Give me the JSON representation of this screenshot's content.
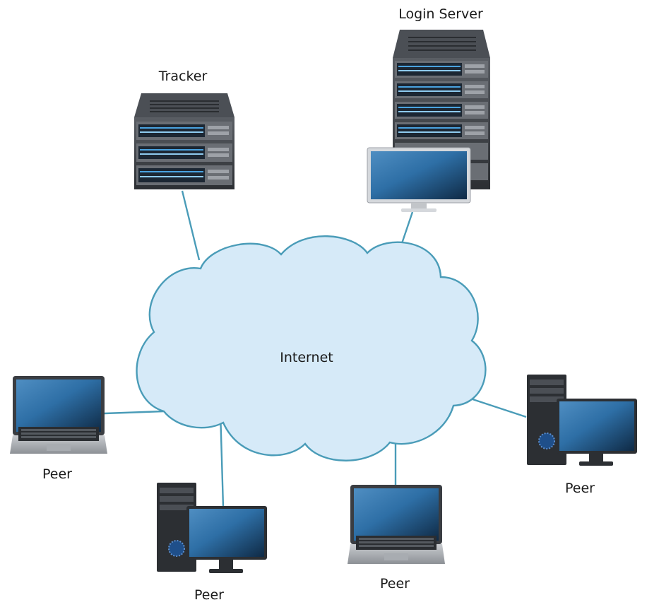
{
  "nodes": {
    "tracker": {
      "label": "Tracker"
    },
    "login_server": {
      "label": "Login Server"
    },
    "internet": {
      "label": "Internet"
    },
    "peers": [
      {
        "label": "Peer",
        "device": "laptop"
      },
      {
        "label": "Peer",
        "device": "desktop"
      },
      {
        "label": "Peer",
        "device": "laptop"
      },
      {
        "label": "Peer",
        "device": "desktop"
      }
    ]
  },
  "colors": {
    "link": "#4a9cb8",
    "cloud_fill": "#d6eaf8",
    "cloud_stroke": "#4a9cb8",
    "server_body": "#3a3d42",
    "screen": "#2e6fa6"
  }
}
